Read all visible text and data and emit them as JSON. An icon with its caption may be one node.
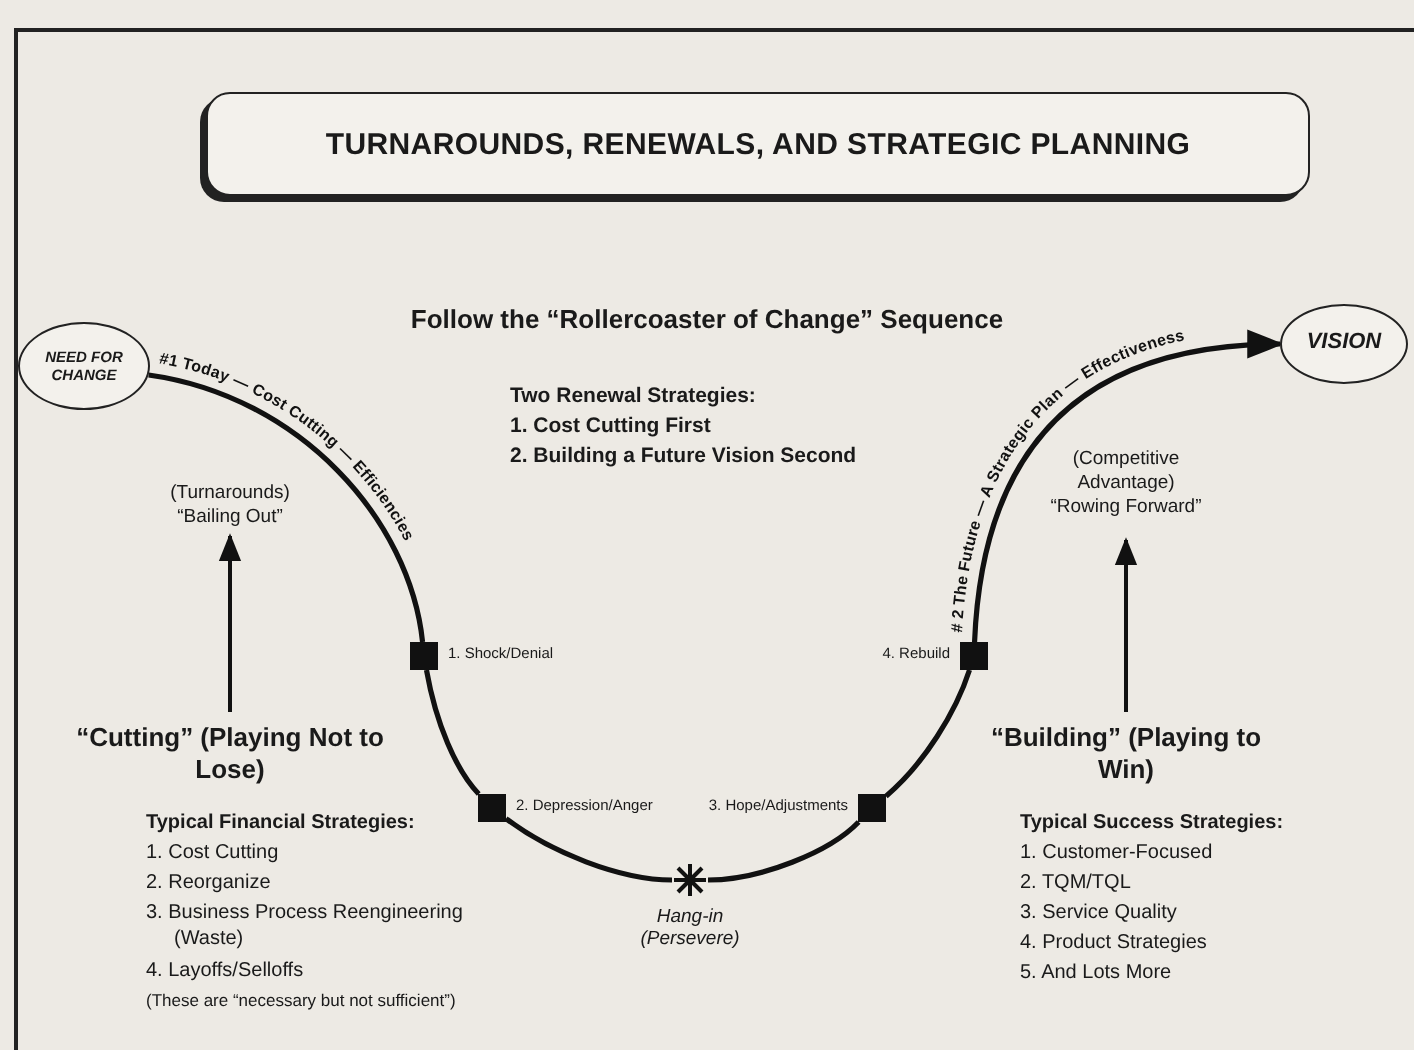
{
  "diagram": {
    "title": "TURNAROUNDS, RENEWALS, AND STRATEGIC PLANNING",
    "nodes": [
      {
        "text": [
          "NEED FOR CHANGE"
        ]
      },
      {
        "text": [
          "VISION"
        ]
      },
      {
        "text": [
          "(Turnarounds) “Bailing Out”"
        ]
      },
      {
        "text": [
          "(Competitive Advantage) “Rowing Forward”"
        ]
      },
      {
        "text": [],
        "shape": "box",
        "beside": [
          "1. Shock/Denial"
        ]
      },
      {
        "text": [],
        "shape": "box",
        "beside": [
          "4. Rebuild"
        ]
      },
      {
        "text": [
          "“Cutting” (Playing Not to Lose)"
        ]
      },
      {
        "text": [
          "“Building” (Playing to Win)"
        ]
      },
      {
        "text": [],
        "shape": "box",
        "beside": [
          "2. Depression/Anger"
        ]
      },
      {
        "text": [],
        "shape": "box",
        "beside": [
          "3. Hope/Adjustments"
        ]
      },
      {
        "text": [],
        "shape": "star",
        "beside": [
          "Hang-in (Persevere)"
        ]
      }
    ],
    "edges": [
      {
        "from": 0,
        "to": 4,
        "arrow": "none",
        "label": "#1 Today — Cost Cutting — Efficiencies"
      },
      {
        "from": 4,
        "to": 8,
        "arrow": "none"
      },
      {
        "from": 8,
        "to": 10,
        "arrow": "none"
      },
      {
        "from": 10,
        "to": 9,
        "arrow": "none"
      },
      {
        "from": 9,
        "to": 5,
        "arrow": "none"
      },
      {
        "from": 5,
        "to": 1,
        "arrow": "to",
        "label": "# 2 The Future — A Strategic Plan — Effectiveness"
      },
      {
        "from": 6,
        "to": 2,
        "arrow": "to"
      },
      {
        "from": 7,
        "to": 3,
        "arrow": "to"
      }
    ],
    "labels": [
      "Follow the “Rollercoaster of Change” Sequence",
      "Two Renewal Strategies:",
      "1. Cost Cutting First",
      "2. Building a Future Vision Second",
      "Typical Financial Strategies:",
      "1. Cost Cutting",
      "2. Reorganize",
      "3. Business Process Reengineering (Waste)",
      "4. Layoffs/Selloffs",
      "(These are “necessary but not sufficient”)",
      "Typical Success Strategies:",
      "1. Customer-Focused",
      "2. TQM/TQL",
      "3. Service Quality",
      "4. Product Strategies",
      "5. And Lots More"
    ]
  }
}
